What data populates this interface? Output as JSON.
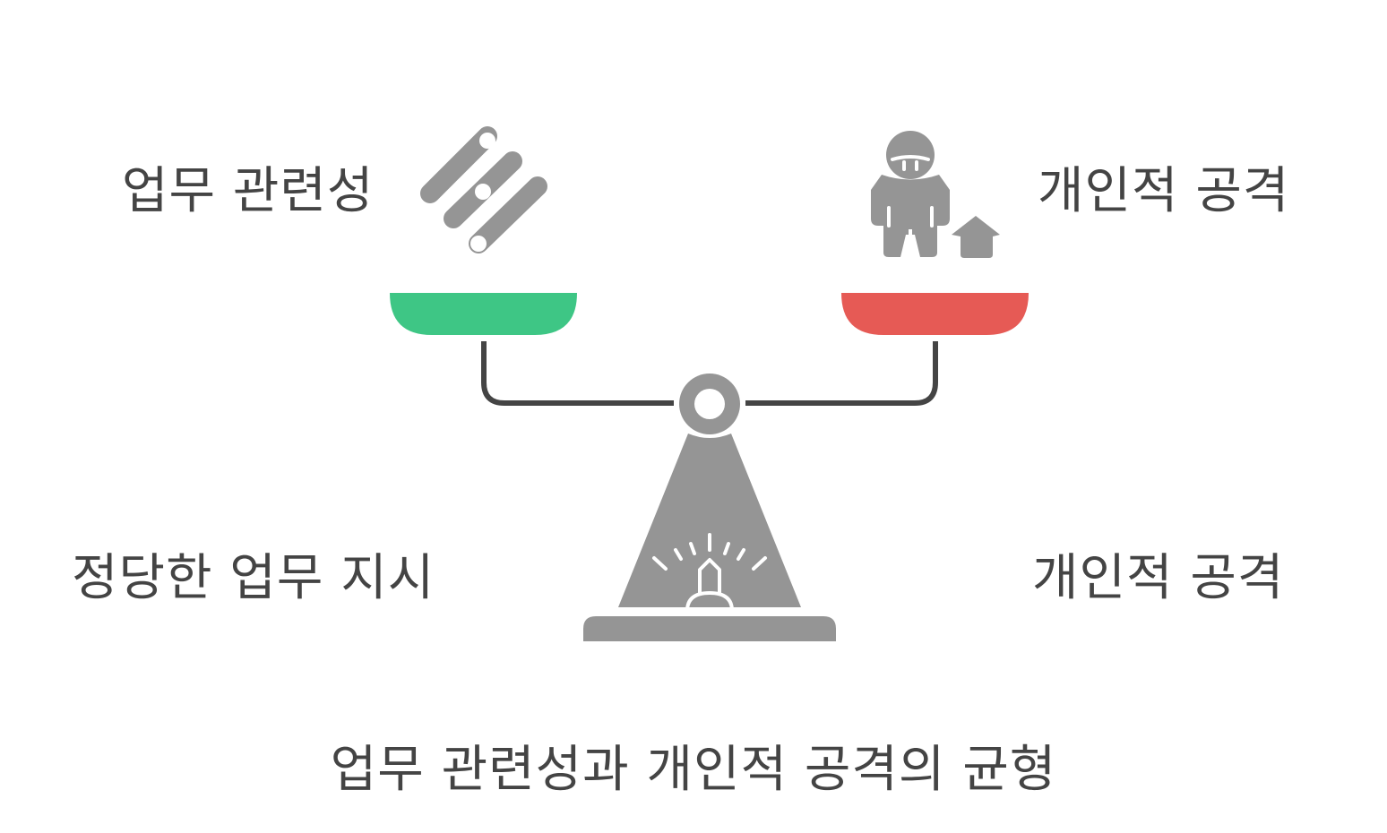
{
  "labels": {
    "top_left": "업무 관련성",
    "top_right": "개인적 공격",
    "bottom_left": "정당한 업무 지시",
    "bottom_right": "개인적 공격",
    "caption": "업무 관련성과 개인적 공격의 균형"
  },
  "icons": {
    "left_icon": "sliders-icon",
    "right_icon": "person-with-house-icon",
    "base_icon": "scale-gauge-icon"
  },
  "colors": {
    "left_pan": "#3ec685",
    "right_pan": "#e65a55",
    "structure": "#959595",
    "beam": "#444444",
    "text": "#444444"
  }
}
